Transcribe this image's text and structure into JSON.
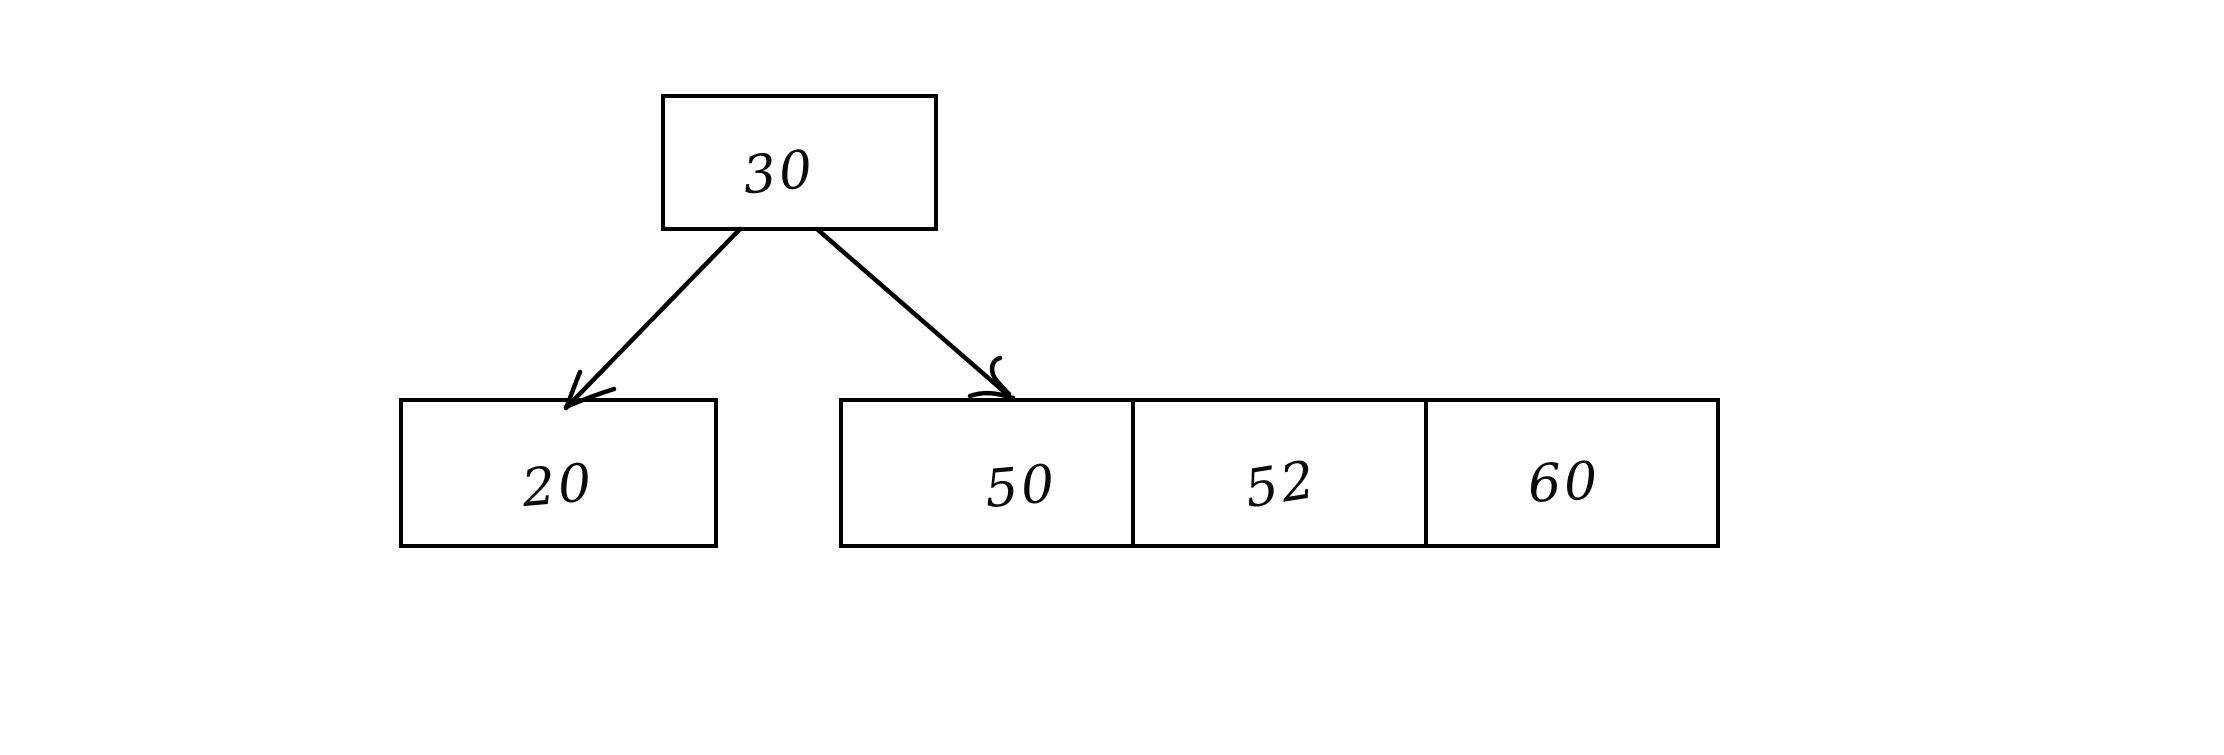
{
  "diagram": {
    "kind": "hand-drawn tree of numeric keys",
    "root_node": {
      "label": "30"
    },
    "left_child": {
      "cells": [
        "20"
      ]
    },
    "right_child": {
      "cells": [
        "50",
        "52",
        "60"
      ]
    },
    "edges": [
      {
        "from": "30",
        "to": "20"
      },
      {
        "from": "30",
        "to": "50"
      }
    ],
    "colors": {
      "ink": "#000000",
      "background": "#ffffff"
    }
  }
}
